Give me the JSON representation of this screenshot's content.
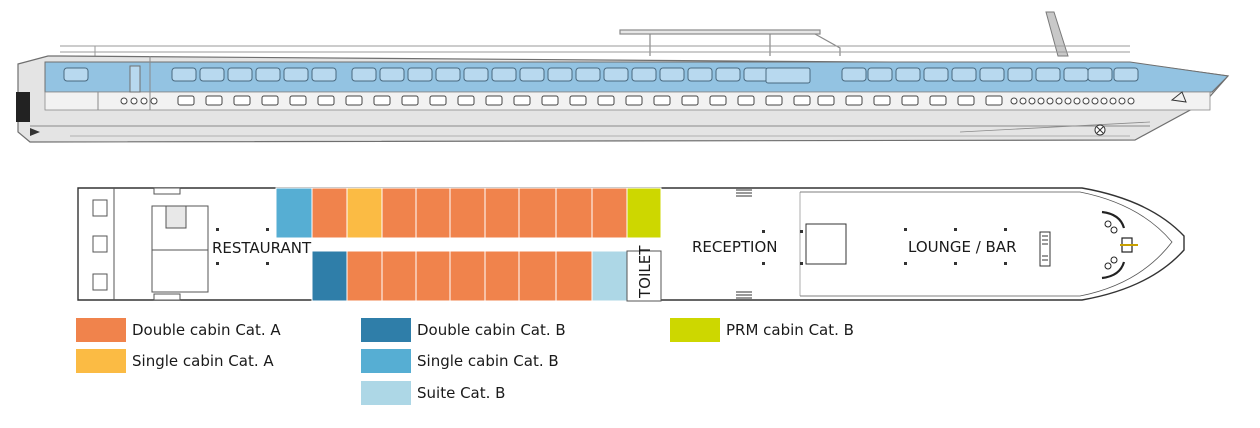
{
  "deck": {
    "restaurant": "RESTAURANT",
    "reception": "RECEPTION",
    "lounge": "LOUNGE / BAR",
    "toilet": "TOILET"
  },
  "colors": {
    "double_a": "#F0834C",
    "single_a": "#FBBB44",
    "double_b": "#2F7EA9",
    "single_b": "#56AED3",
    "suite_b": "#ADD7E6",
    "prm_b": "#CDD700",
    "hull_blue": "#93C3E2"
  },
  "legend": [
    {
      "label": "Double cabin Cat. A",
      "color_key": "double_a"
    },
    {
      "label": "Single cabin Cat. A",
      "color_key": "single_a"
    },
    {
      "label": "Double cabin Cat. B",
      "color_key": "double_b"
    },
    {
      "label": "Single cabin Cat. B",
      "color_key": "single_b"
    },
    {
      "label": "Suite Cat. B",
      "color_key": "suite_b"
    },
    {
      "label": "PRM cabin Cat. B",
      "color_key": "prm_b"
    }
  ],
  "cabins": {
    "top_row": [
      "single_b",
      "double_a",
      "single_a",
      "double_a",
      "double_a",
      "double_a",
      "double_a",
      "double_a",
      "double_a",
      "double_a",
      "prm_b"
    ],
    "bottom_row": [
      "double_b",
      "double_a",
      "double_a",
      "double_a",
      "double_a",
      "double_a",
      "double_a",
      "double_a",
      "suite_b"
    ]
  }
}
